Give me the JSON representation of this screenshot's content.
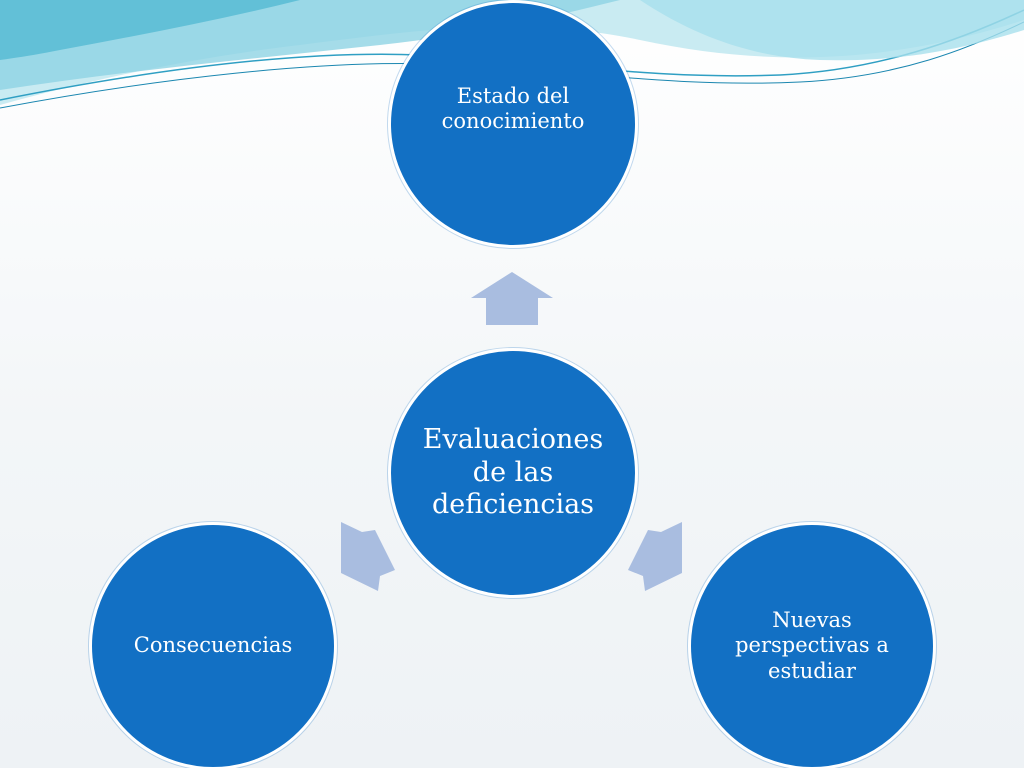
{
  "diagram": {
    "center": {
      "label": "Evaluaciones de las deficiencias"
    },
    "top": {
      "label": "Estado del conocimiento"
    },
    "left": {
      "label": "Consecuencias"
    },
    "right": {
      "label": "Nuevas perspectivas a estudiar"
    }
  },
  "colors": {
    "node_fill": "#1270c4",
    "node_border": "#ffffff",
    "arrow_fill": "#a9bde0",
    "wave_light": "#9fdce8",
    "wave_dark": "#2f9fc3"
  },
  "icons": {
    "arrow_up": "arrow-up-icon",
    "arrow_down_left": "arrow-down-left-icon",
    "arrow_down_right": "arrow-down-right-icon"
  }
}
